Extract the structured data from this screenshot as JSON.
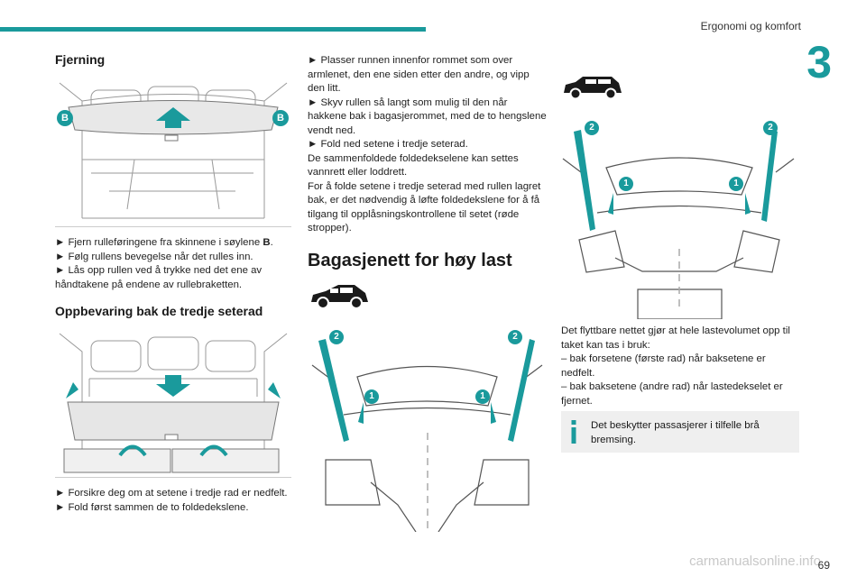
{
  "header": {
    "chapter_title": "Ergonomi og komfort",
    "chapter_number": "3",
    "page_number": "69"
  },
  "watermark": "carmanualsonline.info",
  "col1": {
    "heading1": "Fjerning",
    "fig1_labels": [
      "B",
      "B"
    ],
    "steps1": [
      {
        "text": "► Fjern rulleføringene fra skinnene i søylene ",
        "bold": "B",
        "end": "."
      },
      {
        "text": "► Følg rullens bevegelse når det rulles inn."
      },
      {
        "text": "► Lås opp rullen ved å trykke ned det ene av håndtakene på endene av rullebraketten."
      }
    ],
    "heading2": "Oppbevaring bak de tredje seterad",
    "steps2": [
      "► Forsikre deg om at setene i tredje rad er nedfelt.",
      "► Fold først sammen de to foldedekslene."
    ]
  },
  "col2": {
    "paras": [
      "► Plasser runnen innenfor rommet som over armlenet, den ene siden etter den andre, og vipp den litt.",
      "► Skyv rullen så langt som mulig til den når hakkene bak i bagasjerommet, med de to hengslene vendt ned.",
      "► Fold ned setene i tredje seterad.",
      "De sammenfoldede foldedekselene kan settes vannrett eller loddrett.",
      "For å folde setene i tredje seterad med rullen lagret bak, er det nødvendig å løfte foldedekslene for å få tilgang til opplåsningskontrollene til setet (røde stropper)."
    ],
    "heading": "Bagasjenett for høy last",
    "fig_labels": [
      "2",
      "2",
      "1",
      "1"
    ]
  },
  "col3": {
    "fig_labels": [
      "2",
      "2",
      "1",
      "1"
    ],
    "paras": [
      "Det flyttbare nettet gjør at hele lastevolumet opp til taket kan tas i bruk:",
      "– bak forsetene (første rad) når baksetene er nedfelt.",
      "– bak baksetene (andre rad) når lastedekselet er fjernet."
    ],
    "info": "Det beskytter passasjerer i tilfelle brå bremsing."
  },
  "colors": {
    "accent": "#1a9a9c",
    "info_bg": "#efefef"
  }
}
